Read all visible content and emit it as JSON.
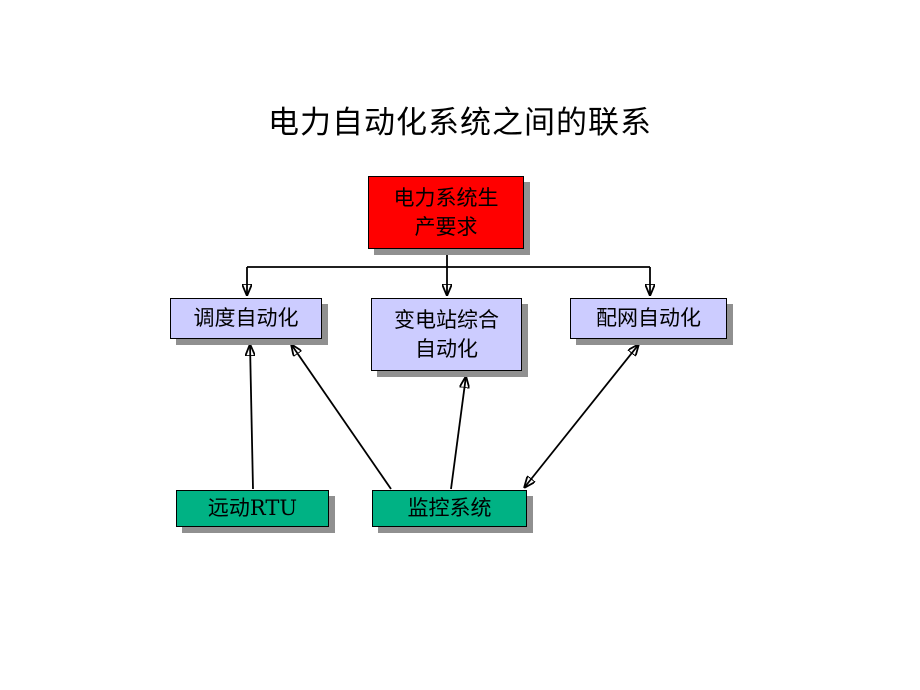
{
  "title": "电力自动化系统之间的联系",
  "diagram": {
    "nodes": [
      {
        "id": "production-requirements",
        "label": "电力系统生\n产要求",
        "fill": "#ff0000"
      },
      {
        "id": "dispatch-automation",
        "label": "调度自动化",
        "fill": "#ccccff"
      },
      {
        "id": "substation-automation",
        "label": "变电站综合\n自动化",
        "fill": "#ccccff"
      },
      {
        "id": "distribution-automation",
        "label": "配网自动化",
        "fill": "#ccccff"
      },
      {
        "id": "remote-rtu",
        "label": "远动RTU",
        "fill": "#00b284"
      },
      {
        "id": "monitoring-system",
        "label": "监控系统",
        "fill": "#00b284"
      }
    ],
    "edges": [
      {
        "from": "production-requirements",
        "to": "dispatch-automation",
        "arrow": "to"
      },
      {
        "from": "production-requirements",
        "to": "substation-automation",
        "arrow": "to"
      },
      {
        "from": "production-requirements",
        "to": "distribution-automation",
        "arrow": "to"
      },
      {
        "from": "remote-rtu",
        "to": "dispatch-automation",
        "arrow": "to"
      },
      {
        "from": "monitoring-system",
        "to": "dispatch-automation",
        "arrow": "to"
      },
      {
        "from": "monitoring-system",
        "to": "substation-automation",
        "arrow": "to"
      },
      {
        "from": "monitoring-system",
        "to": "distribution-automation",
        "arrow": "both"
      }
    ],
    "colors": {
      "node_red": "#ff0000",
      "node_lavender": "#ccccff",
      "node_green": "#00b284",
      "shadow": "#909090",
      "line": "#000000",
      "text": "#000000",
      "background": "#ffffff"
    }
  }
}
